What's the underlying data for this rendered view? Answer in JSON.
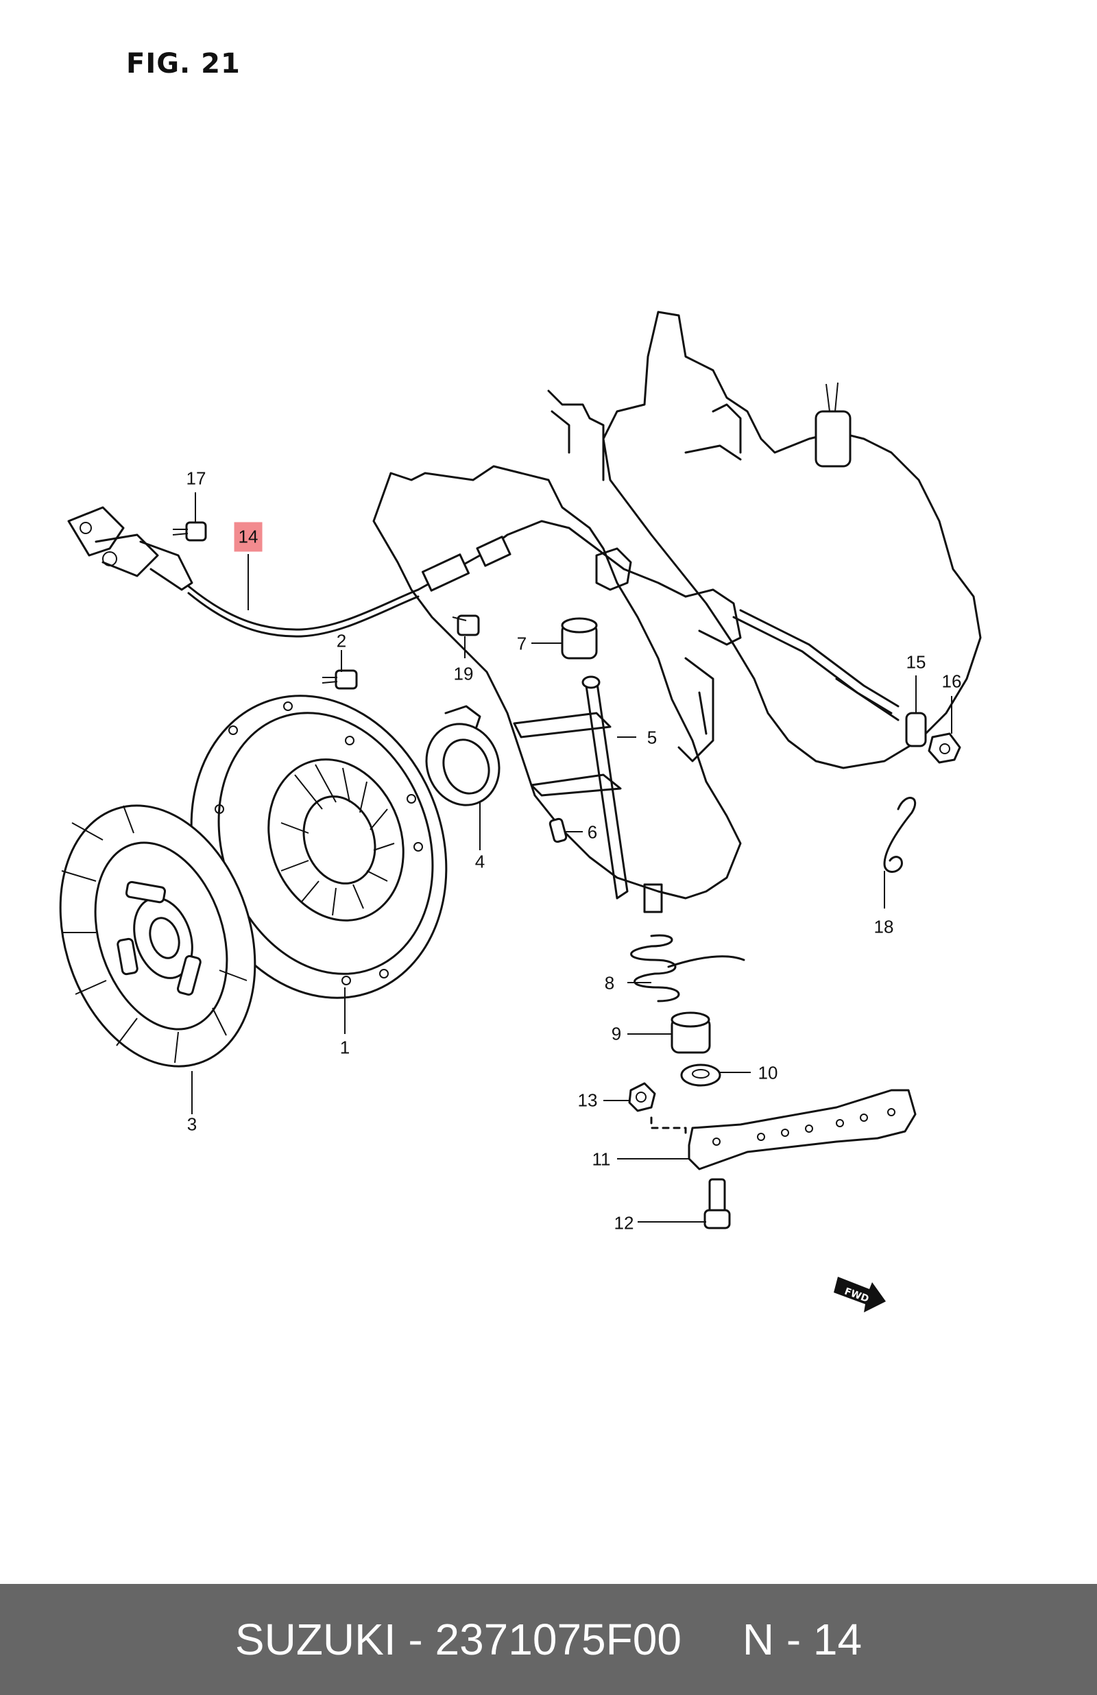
{
  "figure": {
    "title": "FIG. 21",
    "fwd_label": "FWD"
  },
  "callouts": [
    {
      "id": "17",
      "label": "17",
      "highlight": false
    },
    {
      "id": "14",
      "label": "14",
      "highlight": true
    },
    {
      "id": "2",
      "label": "2",
      "highlight": false
    },
    {
      "id": "19",
      "label": "19",
      "highlight": false
    },
    {
      "id": "7",
      "label": "7",
      "highlight": false
    },
    {
      "id": "5",
      "label": "5",
      "highlight": false
    },
    {
      "id": "6",
      "label": "6",
      "highlight": false
    },
    {
      "id": "4",
      "label": "4",
      "highlight": false
    },
    {
      "id": "15",
      "label": "15",
      "highlight": false
    },
    {
      "id": "16",
      "label": "16",
      "highlight": false
    },
    {
      "id": "18",
      "label": "18",
      "highlight": false
    },
    {
      "id": "1",
      "label": "1",
      "highlight": false
    },
    {
      "id": "3",
      "label": "3",
      "highlight": false
    },
    {
      "id": "8",
      "label": "8",
      "highlight": false
    },
    {
      "id": "9",
      "label": "9",
      "highlight": false
    },
    {
      "id": "10",
      "label": "10",
      "highlight": false
    },
    {
      "id": "13",
      "label": "13",
      "highlight": false
    },
    {
      "id": "11",
      "label": "11",
      "highlight": false
    },
    {
      "id": "12",
      "label": "12",
      "highlight": false
    }
  ],
  "footer": {
    "brand": "SUZUKI",
    "separator": " - ",
    "part_number": "2371075F00",
    "ref_prefix": "N - ",
    "ref_number": "14"
  }
}
